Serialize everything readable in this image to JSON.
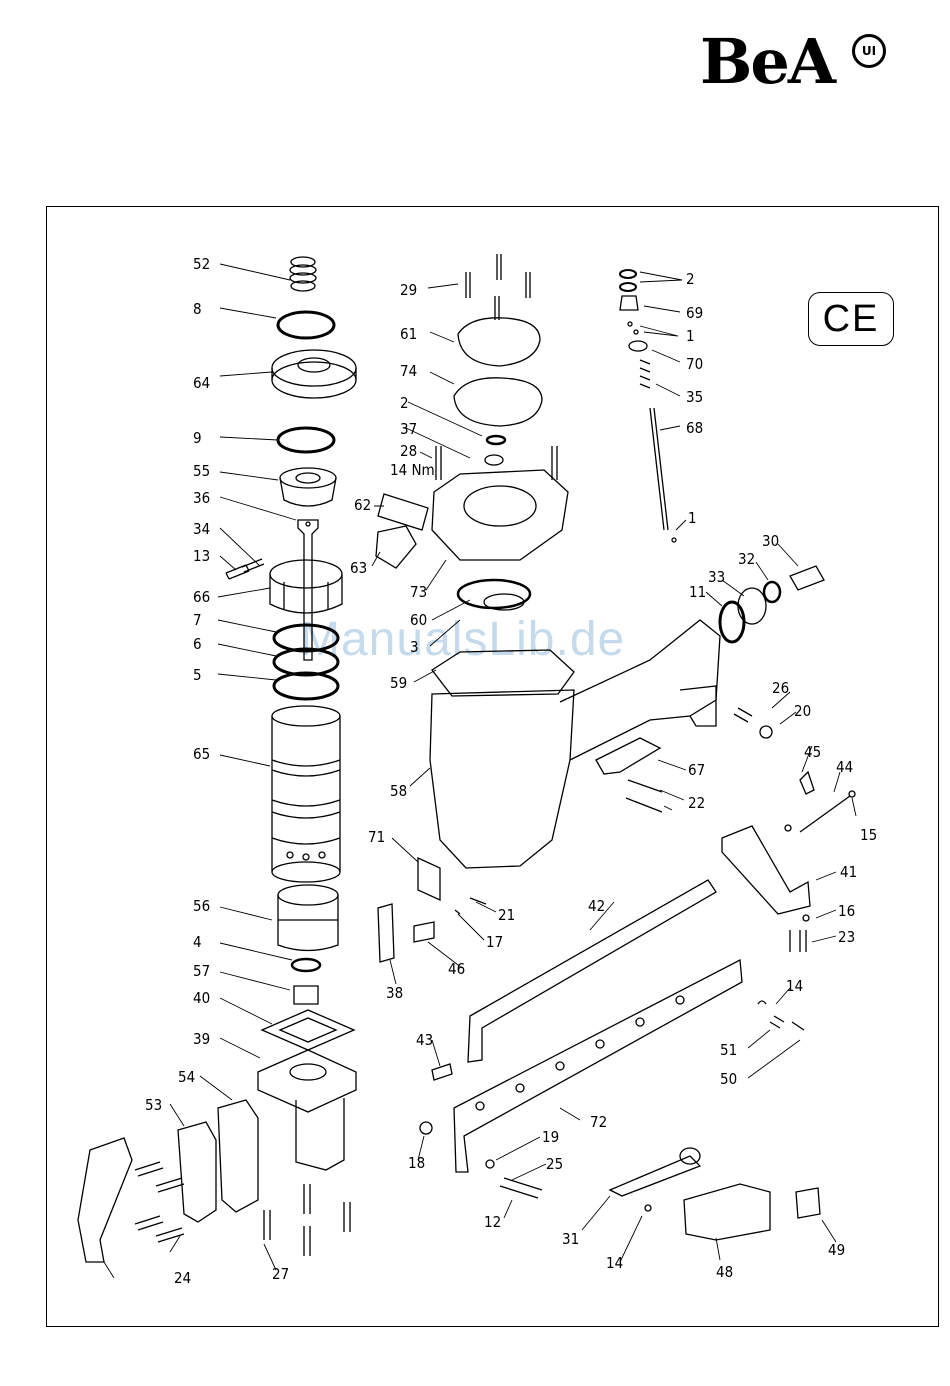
{
  "brand": {
    "name": "BeA",
    "badge": "UI"
  },
  "ce_mark": "CE",
  "watermark": "ManualsLib.de",
  "colors": {
    "line": "#000000",
    "watermark": "#5a96c8"
  },
  "callouts": [
    "52",
    "8",
    "64",
    "9",
    "55",
    "36",
    "34",
    "13",
    "66",
    "7",
    "6",
    "5",
    "65",
    "56",
    "4",
    "57",
    "40",
    "39",
    "54",
    "53",
    "24",
    "27",
    "29",
    "61",
    "74",
    "2",
    "37",
    "28",
    "14 Nm",
    "62",
    "63",
    "73",
    "60",
    "3",
    "59",
    "58",
    "71",
    "21",
    "17",
    "38",
    "46",
    "43",
    "18",
    "19",
    "25",
    "12",
    "31",
    "14",
    "48",
    "49",
    "42",
    "72",
    "41",
    "16",
    "23",
    "14",
    "51",
    "50",
    "45",
    "44",
    "15",
    "67",
    "22",
    "26",
    "20",
    "11",
    "33",
    "32",
    "30",
    "2",
    "69",
    "1",
    "70",
    "35",
    "68",
    "1"
  ]
}
